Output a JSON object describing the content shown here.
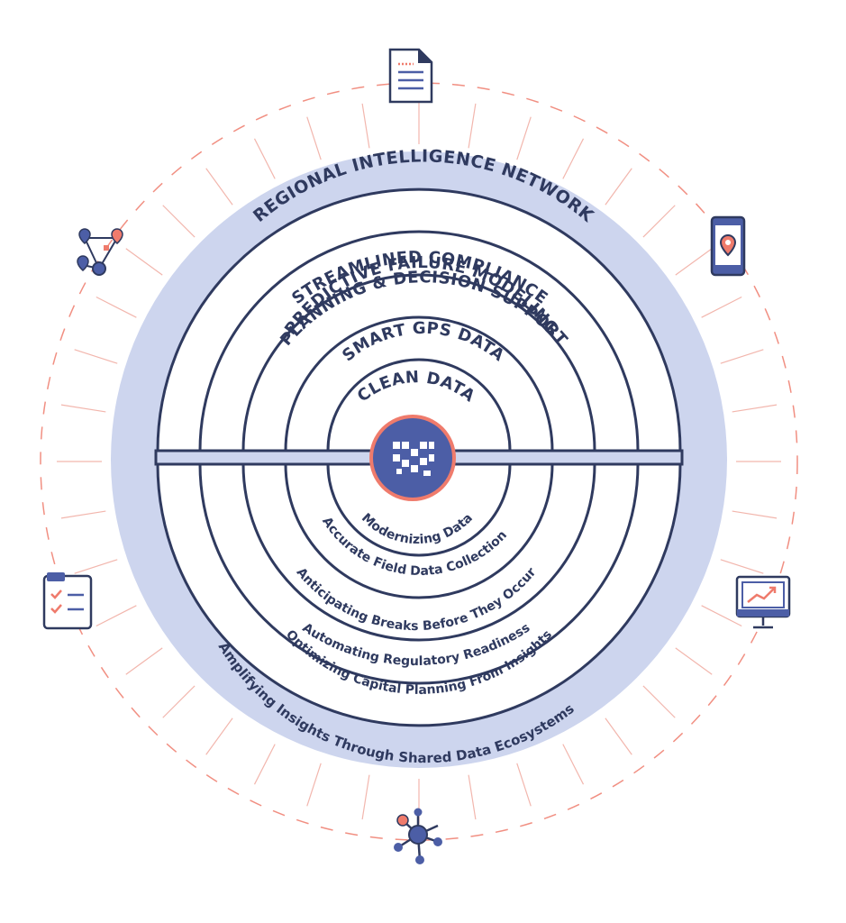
{
  "colors": {
    "navy": "#2f3a5f",
    "band": "#cdd5ee",
    "coral": "#ef7b6c",
    "icon_fill": "#4c5ea6",
    "white": "#ffffff"
  },
  "rings": {
    "top": [
      "REGIONAL INTELLIGENCE NETWORK",
      "STREAMLINED COMPLIANCE",
      "PLANNING & DECISION SUPPORT",
      "PREDICTIVE FAILURE MODELING",
      "SMART GPS DATA",
      "CLEAN DATA"
    ],
    "bottom": [
      "Amplifying Insights Through Shared Data Ecosystems",
      "Automating Regulatory Readiness",
      "Optimizing Capital Planning From Insights",
      "Anticipating Breaks Before They Occur",
      "Accurate Field Data Collection",
      "Modernizing Data"
    ]
  },
  "center": {
    "logo_icon": "pixel-wave-logo-icon"
  },
  "outer_icons": [
    "document-icon",
    "mobile-map-pin-icon",
    "monitor-chart-icon",
    "network-hub-icon",
    "checklist-icon",
    "map-route-pins-icon"
  ]
}
